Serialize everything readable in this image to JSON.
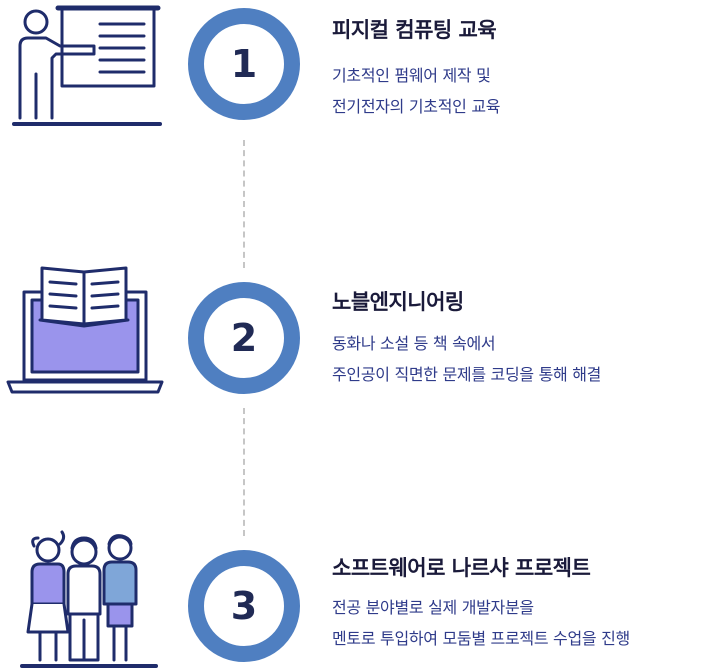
{
  "steps": [
    {
      "number": "1",
      "title": "피지컬 컴퓨팅 교육",
      "desc_line1": "기초적인 펌웨어 제작 및",
      "desc_line2": "전기전자의 기초적인 교육",
      "illustration": "teacher-presentation-icon"
    },
    {
      "number": "2",
      "title": "노블엔지니어링",
      "desc_line1": "동화나 소설 등 책 속에서",
      "desc_line2": "주인공이 직면한 문제를 코딩을 통해 해결",
      "illustration": "laptop-book-icon"
    },
    {
      "number": "3",
      "title": "소프트웨어로 나르샤 프로젝트",
      "desc_line1": "전공 분야별로 실제 개발자분을",
      "desc_line2": "멘토로  투입하여 모둠별 프로젝트 수업을 진행",
      "illustration": "students-group-icon"
    }
  ],
  "colors": {
    "circle_border": "#4f7fc1",
    "number": "#202a55",
    "title": "#1a1a3a",
    "description": "#2f3b8a",
    "icon_stroke": "#1f2c6b",
    "icon_fill": "#9a94ec",
    "dashed_line": "#c6c6c6"
  }
}
